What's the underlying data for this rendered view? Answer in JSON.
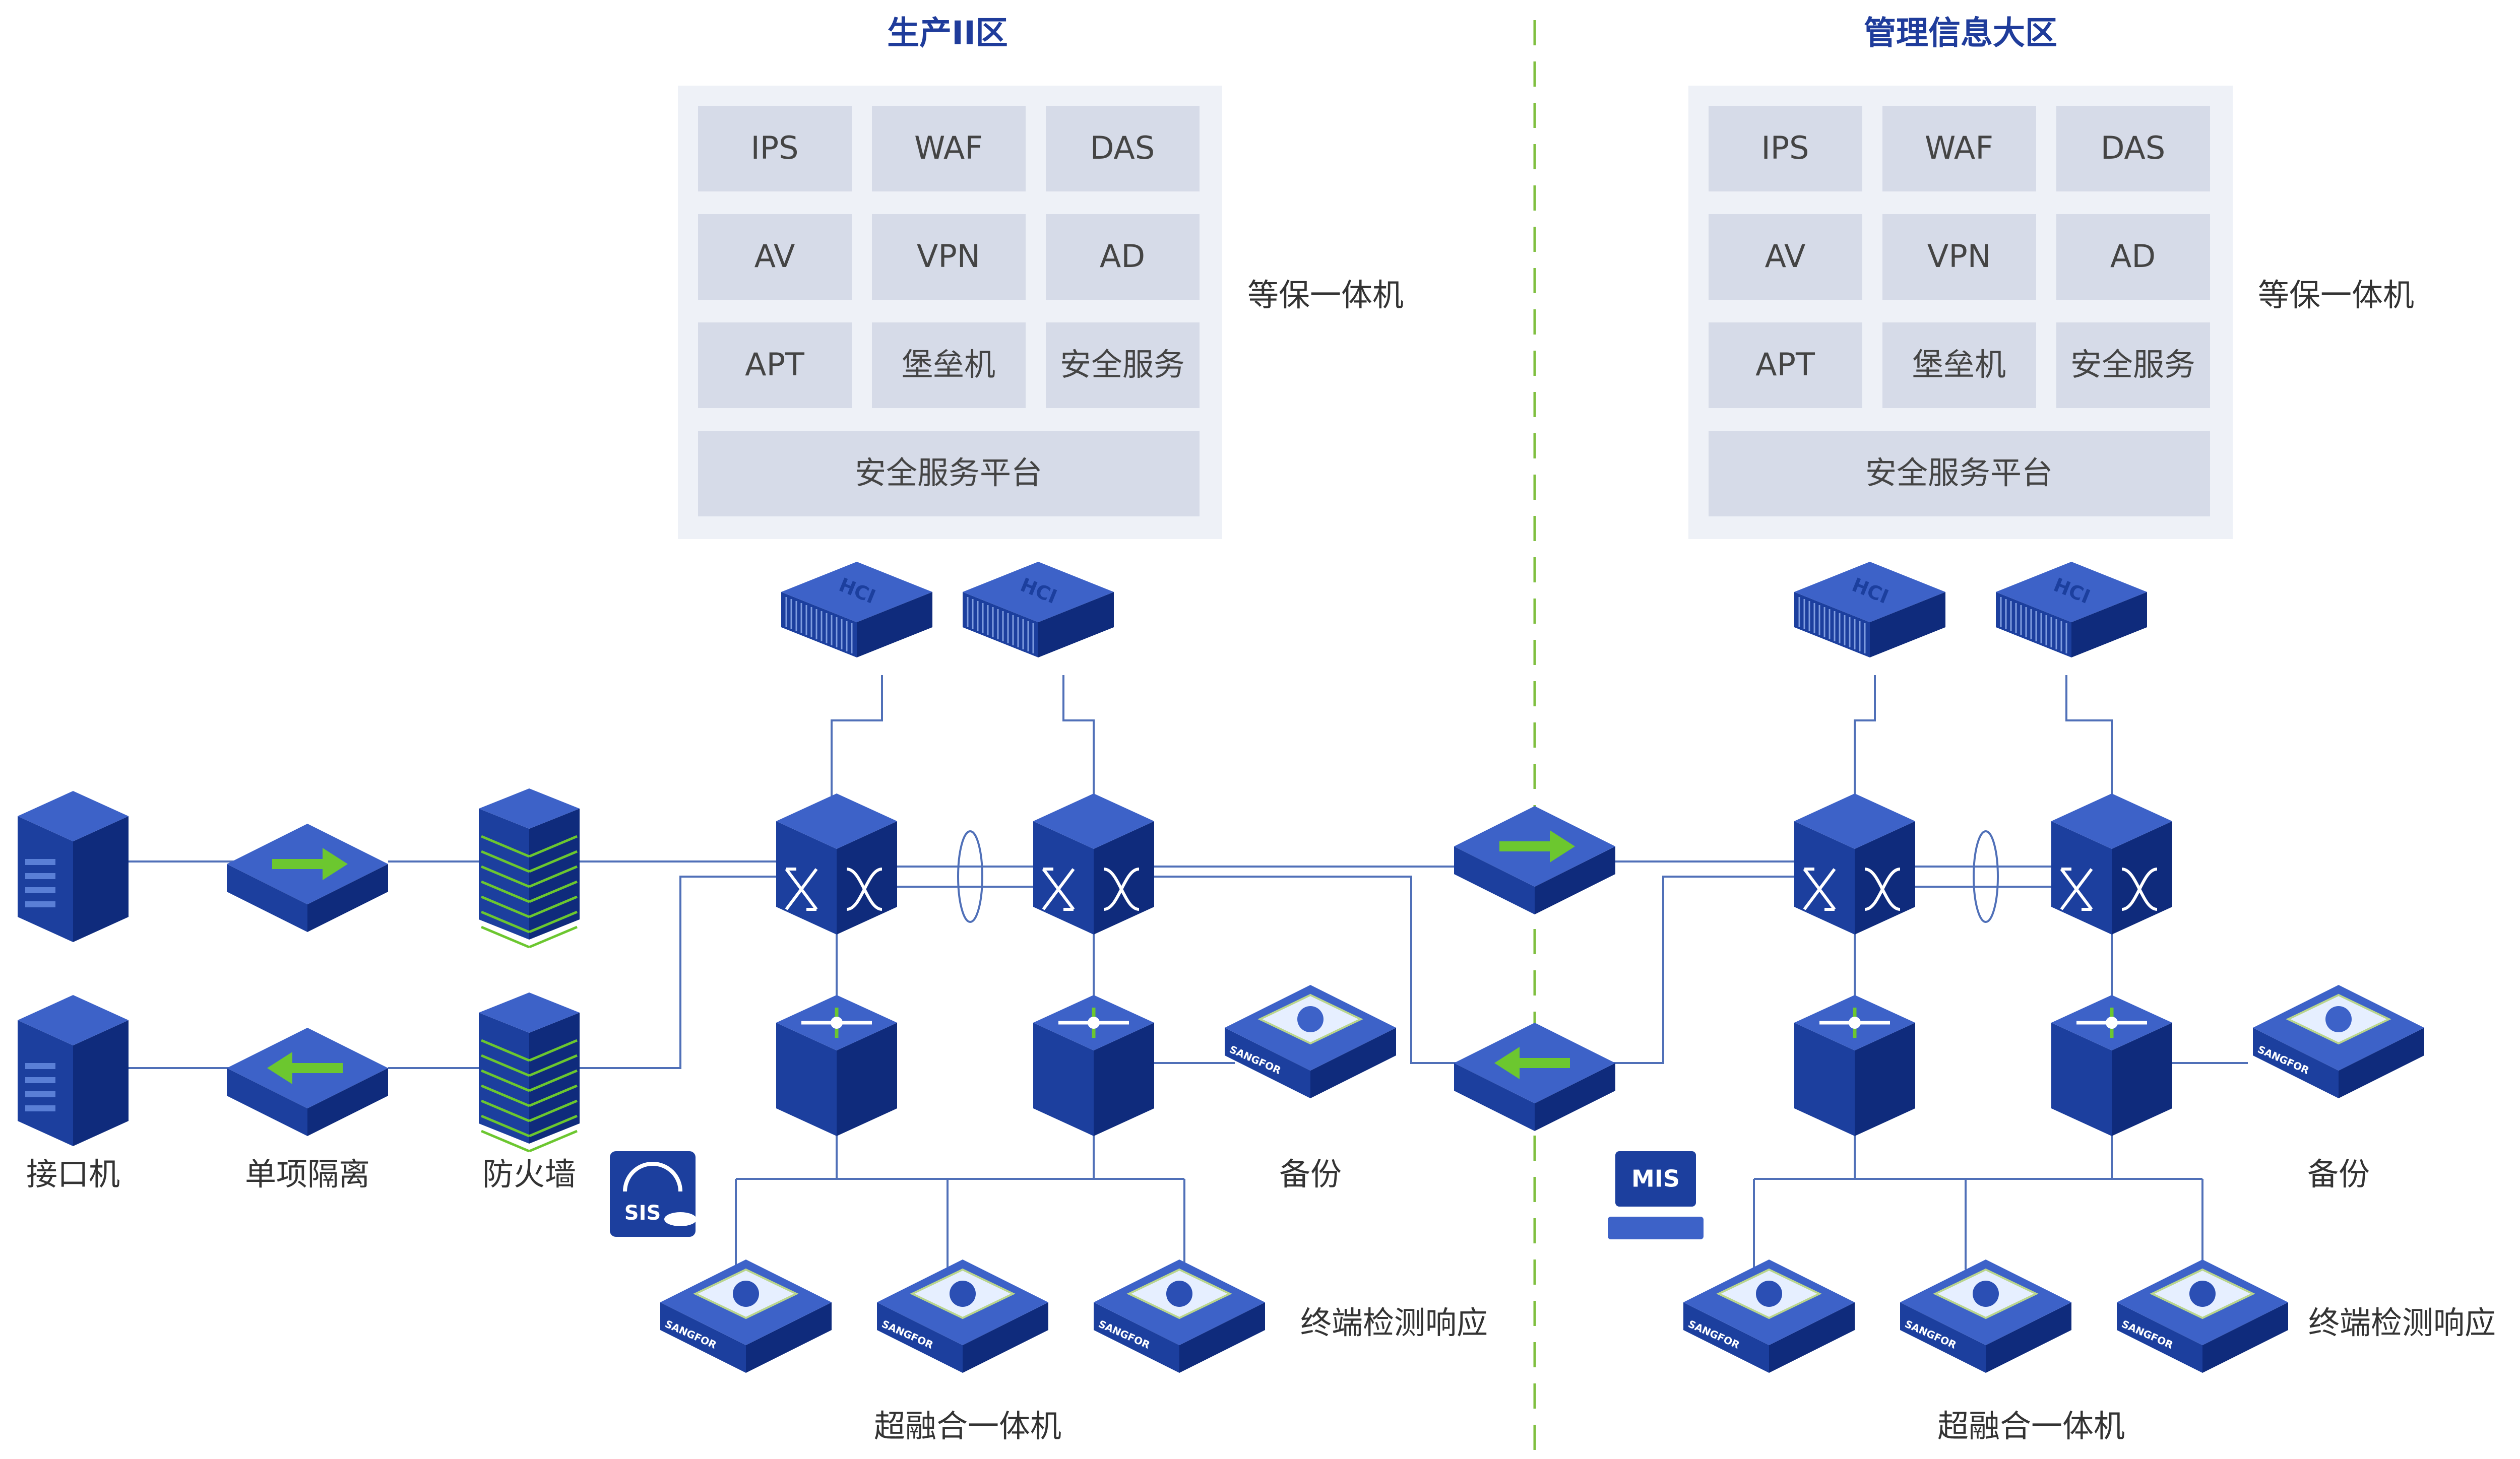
{
  "zones": [
    {
      "title": "生产II区"
    },
    {
      "title": "管理信息大区"
    }
  ],
  "security_grid": {
    "cells": [
      "IPS",
      "WAF",
      "DAS",
      "AV",
      "VPN",
      "AD",
      "APT",
      "堡垒机",
      "安全服务"
    ],
    "platform": "安全服务平台",
    "label": "等保一体机"
  },
  "device_labels": {
    "interface_machine": "接口机",
    "one_way_isolation": "单项隔离",
    "firewall": "防火墙",
    "backup": "备份",
    "edr": "终端检测响应",
    "hci_all_in_one": "超融合一体机"
  },
  "badges": {
    "hci": "HCI",
    "sis": "SIS",
    "mis": "MIS",
    "brand": "SANGFOR"
  },
  "colors": {
    "title": "#1f3c9b",
    "device_top": "#3d62c8",
    "device_front": "#1c3f9e",
    "device_side": "#0f2b7c",
    "link_line": "#5070b8",
    "grid_bg": "#eef1f7",
    "grid_cell": "#d6dbe8",
    "divider": "#7fbf3f",
    "arrow_green": "#6cc72f"
  },
  "icons": [
    "server-icon",
    "isolation-arrow-icon",
    "firewall-icon",
    "core-switch-icon",
    "access-switch-icon",
    "hci-server-icon",
    "backup-appliance-icon",
    "edr-appliance-icon",
    "sis-icon",
    "mis-icon"
  ]
}
